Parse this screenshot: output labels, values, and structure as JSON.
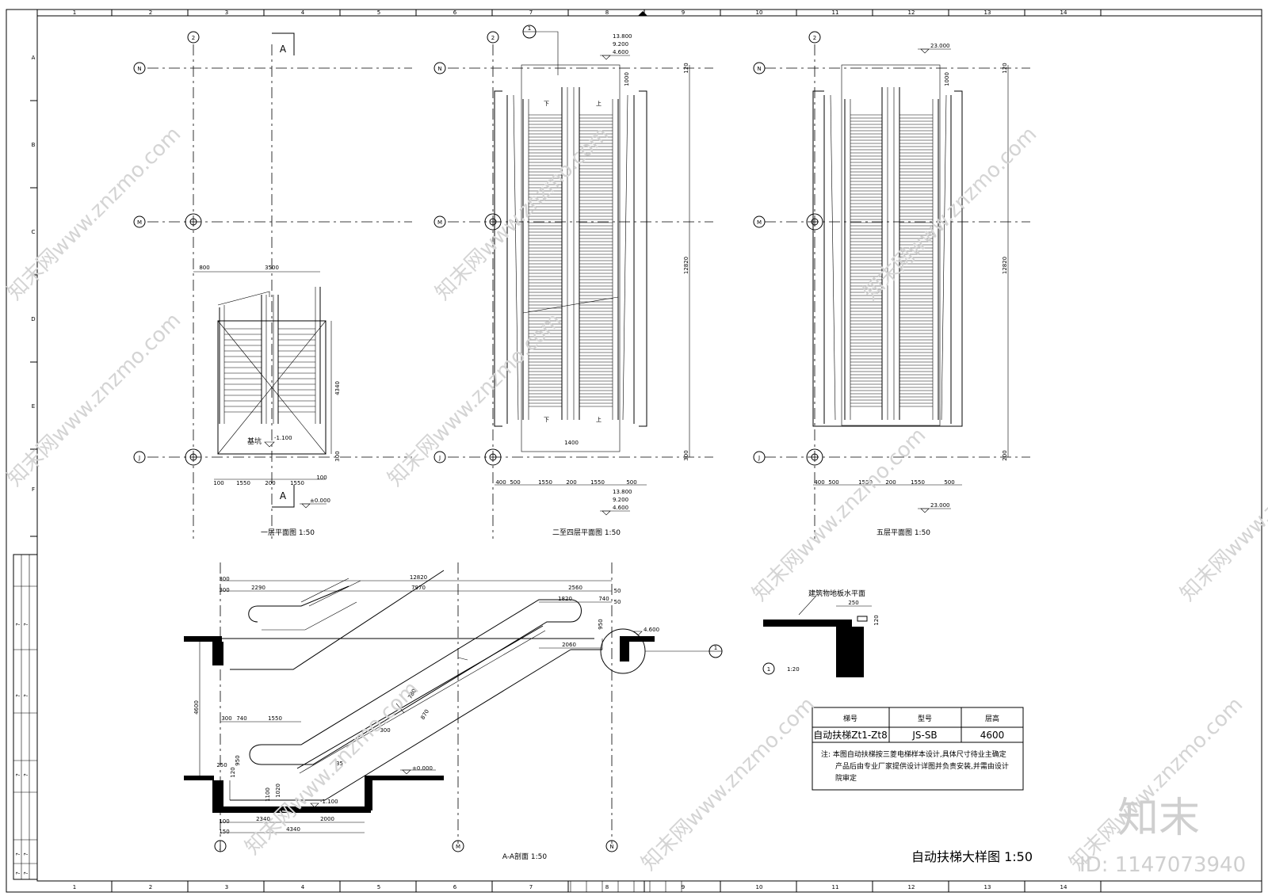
{
  "sheet": {
    "title": "自动扶梯大样图 1:50",
    "column_numbers": [
      "1",
      "2",
      "3",
      "4",
      "5",
      "6",
      "7",
      "8",
      "9",
      "10",
      "11",
      "12",
      "13",
      "14"
    ],
    "row_letters": [
      "A",
      "B",
      "C",
      "D",
      "E",
      "F"
    ]
  },
  "plans": {
    "floor1": {
      "caption": "一层平面图  1:50",
      "section_mark": "A",
      "pit_label": "基坑",
      "pit_level": "-1.100",
      "floor_level": "±0.000",
      "dims_top": [
        "800",
        "3500"
      ],
      "dims_bottom": [
        "100",
        "1550",
        "200",
        "1550",
        "100"
      ],
      "dim_right": "4340",
      "dim_small": "300"
    },
    "floor2_4": {
      "caption": "二至四层平面图  1:50",
      "levels": [
        "13.800",
        "9.200",
        "4.600"
      ],
      "dims_bottom": [
        "400",
        "500",
        "1550",
        "200",
        "1550",
        "500"
      ],
      "dim_right": "12820",
      "dim_top": "1000",
      "dim_small": [
        "120",
        "300"
      ],
      "dim_center": "1400",
      "dir_down": "下",
      "dir_up": "上"
    },
    "floor5": {
      "caption": "五层平面图  1:50",
      "level": "23.000",
      "dims_bottom": [
        "400",
        "500",
        "1550",
        "200",
        "1550",
        "500"
      ],
      "dim_right": "12820",
      "dim_top": "1000",
      "dim_small": [
        "120",
        "200"
      ]
    },
    "axes": {
      "grid_top": "2",
      "detail_ref": "1",
      "rows": [
        "N",
        "M",
        "J"
      ]
    }
  },
  "section": {
    "caption": "A-A剖面  1:50",
    "dims_top": [
      "300",
      "12820"
    ],
    "dims_second": [
      "300",
      "2290",
      "7970",
      "2560",
      "50"
    ],
    "dims_upper": [
      "1820",
      "740",
      "50"
    ],
    "dim_2060": "2060",
    "dim_950_top": "950",
    "dim_height": "4600",
    "dims_lower": [
      "300",
      "740",
      "1550"
    ],
    "dims_lower_left": [
      "250",
      "120",
      "950"
    ],
    "dims_pit": [
      "1100",
      "1020"
    ],
    "dims_bottom": [
      "100",
      "2340",
      "2000"
    ],
    "dim_bottom_total": [
      "150",
      "4340"
    ],
    "level_top": "4.600",
    "level_floor": "±0.000",
    "level_pit": "-1.100",
    "angle": "35",
    "dim_780": "780",
    "dim_870": "870",
    "dim_300": "300",
    "axes": [
      "J",
      "M",
      "N"
    ],
    "detail_ref": "1"
  },
  "detail": {
    "label": "建筑物地板水平面",
    "ref": "1",
    "scale": "1:20",
    "dim_250": "250",
    "dim_120": "120"
  },
  "spec_table": {
    "headers": [
      "梯号",
      "型号",
      "层高"
    ],
    "row": [
      "自动扶梯Zt1-Zt8",
      "JS-SB",
      "4600"
    ],
    "note_lines": [
      "注:  本图自动扶梯按三菱电梯样本设计,具体尺寸待业主确定",
      "产品后由专业厂家提供设计详图并负责安装,并需由设计",
      "院审定"
    ]
  },
  "watermark": {
    "site": "知末网www.znzmo.com",
    "logo": "知末",
    "id": "ID: 1147073940"
  },
  "title_block": {
    "labels": [
      "?",
      "?",
      "?",
      "?",
      "?",
      "?",
      "?",
      "?",
      "?",
      "?"
    ]
  }
}
